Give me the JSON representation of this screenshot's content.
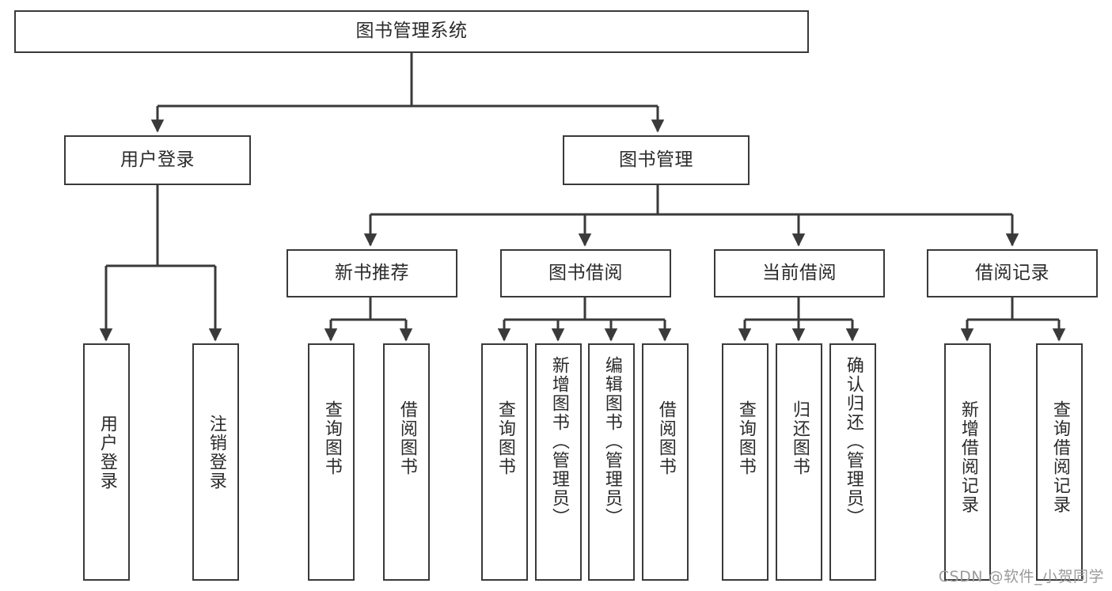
{
  "diagram": {
    "type": "tree-hierarchy",
    "title": "图书管理系统",
    "watermark": "CSDN @软件_小贺同学",
    "colors": {
      "box_border": "#3a3a3a",
      "box_fill": "#ffffff",
      "edge": "#3a3a3a",
      "text": "#2b2b2b",
      "watermark": "#9b9b9b",
      "background": "#ffffff"
    },
    "root": {
      "label": "图书管理系统"
    },
    "level2": [
      {
        "label": "用户登录"
      },
      {
        "label": "图书管理"
      }
    ],
    "level3": [
      {
        "label": "新书推荐"
      },
      {
        "label": "图书借阅"
      },
      {
        "label": "当前借阅"
      },
      {
        "label": "借阅记录"
      }
    ],
    "leaves": {
      "user_login": [
        {
          "label": "用户登录"
        },
        {
          "label": "注销登录"
        }
      ],
      "new_book_recommend": [
        {
          "label": "查询图书"
        },
        {
          "label": "借阅图书"
        }
      ],
      "book_borrow": [
        {
          "label": "查询图书"
        },
        {
          "label": "新增图书（管理员）"
        },
        {
          "label": "编辑图书（管理员）"
        },
        {
          "label": "借阅图书"
        }
      ],
      "current_borrow": [
        {
          "label": "查询图书"
        },
        {
          "label": "归还图书"
        },
        {
          "label": "确认归还（管理员）"
        }
      ],
      "borrow_records": [
        {
          "label": "新增借阅记录"
        },
        {
          "label": "查询借阅记录"
        }
      ]
    }
  }
}
